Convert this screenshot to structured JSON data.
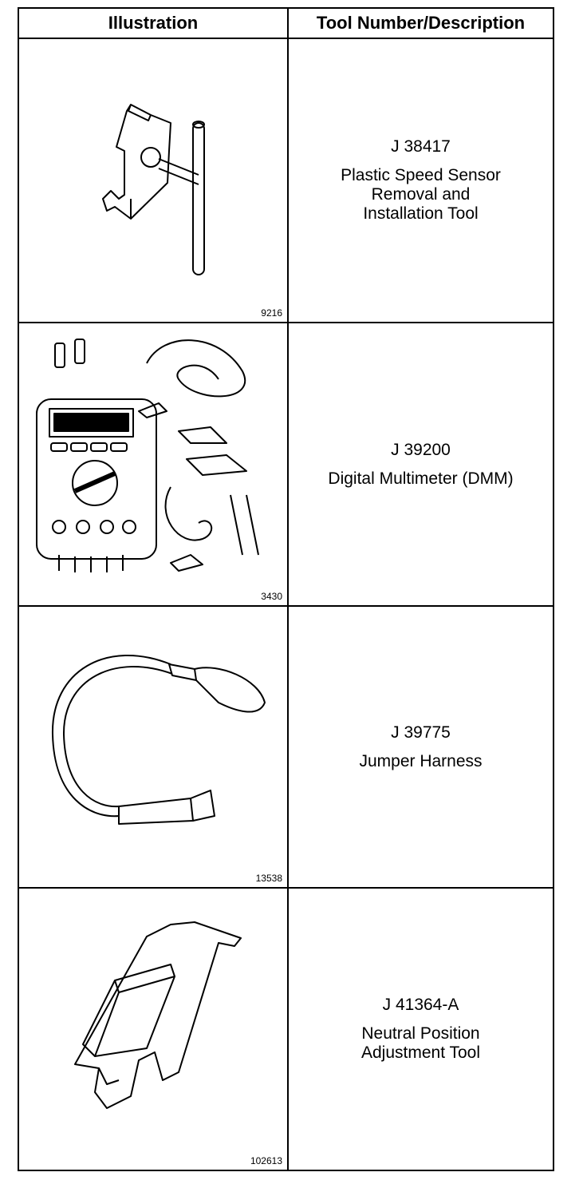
{
  "header": {
    "illustration": "Illustration",
    "tool": "Tool Number/Description"
  },
  "rows": [
    {
      "figure": "9216",
      "number": "J 38417",
      "lines": [
        "Plastic Speed Sensor",
        "Removal and",
        "Installation Tool"
      ],
      "icon": "speed-sensor-tool-icon"
    },
    {
      "figure": "3430",
      "number": "J 39200",
      "lines": [
        "Digital Multimeter (DMM)",
        "",
        ""
      ],
      "icon": "multimeter-icon"
    },
    {
      "figure": "13538",
      "number": "J 39775",
      "lines": [
        "Jumper Harness",
        "",
        ""
      ],
      "icon": "jumper-harness-icon"
    },
    {
      "figure": "102613",
      "number": "J 41364-A",
      "lines": [
        "Neutral Position",
        "Adjustment Tool",
        ""
      ],
      "icon": "neutral-position-tool-icon"
    }
  ]
}
